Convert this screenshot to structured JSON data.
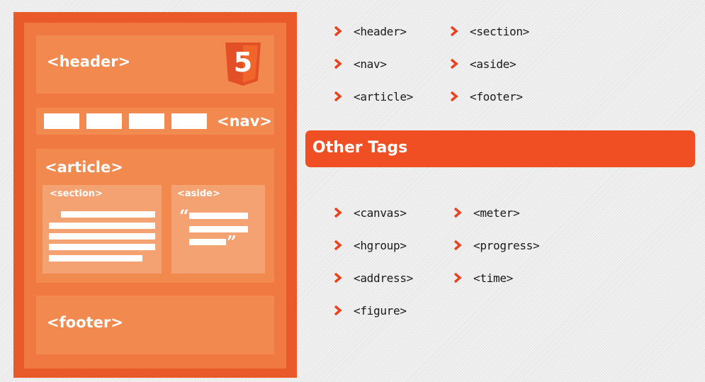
{
  "diagram": {
    "header_label": "<header>",
    "nav_label": "<nav>",
    "article_label": "<article>",
    "section_label": "<section>",
    "aside_label": "<aside>",
    "footer_label": "<footer>",
    "quote_open": "“",
    "quote_close": "”",
    "logo_glyph": "5"
  },
  "semantic_tags": [
    "<header>",
    "<section>",
    "<nav>",
    "<aside>",
    "<article>",
    "<footer>"
  ],
  "banner": {
    "title": "Other Tags"
  },
  "other_tags": [
    "<canvas>",
    "<meter>",
    "<hgroup>",
    "<progress>",
    "<address>",
    "<time>",
    "<figure>"
  ],
  "colors": {
    "accent": "#f04f24",
    "frame": "#e9592a",
    "block": "#f2894f",
    "sub_block": "#f5a273",
    "chevron": "#e8431c"
  },
  "icons": {
    "bullet": "chevron-right-icon",
    "logo": "html5-logo"
  }
}
